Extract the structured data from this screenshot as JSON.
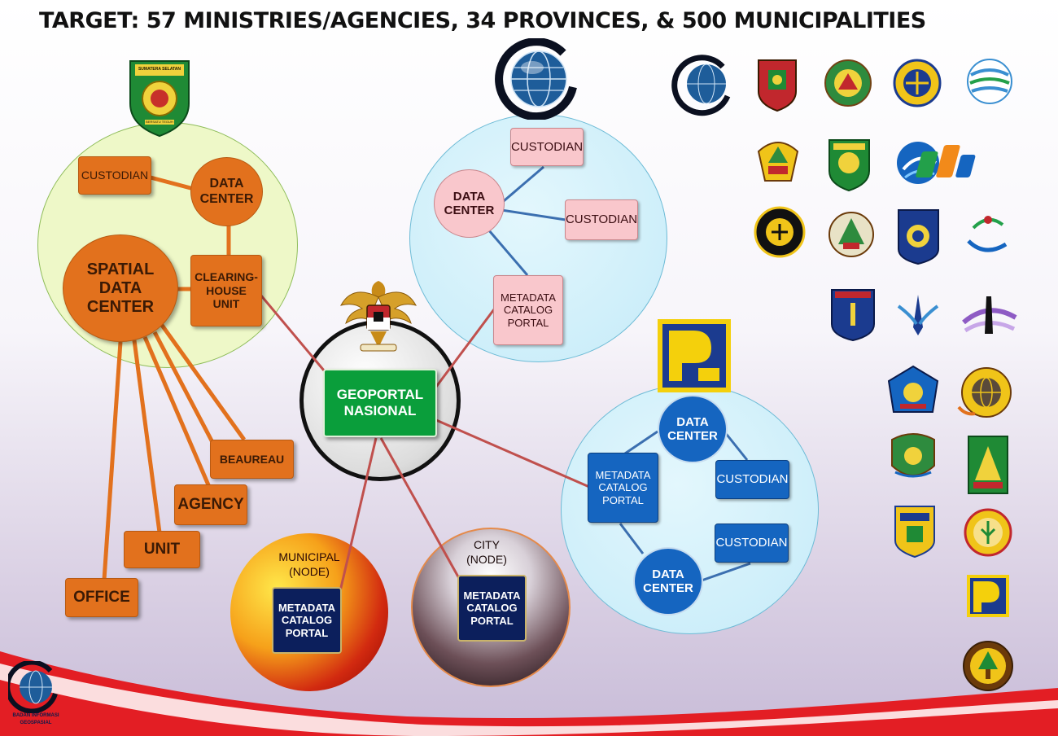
{
  "title": "TARGET: 57 MINISTRIES/AGENCIES, 34 PROVINCES, & 500 MUNICIPALITIES",
  "province": {
    "custodian": "CUSTODIAN",
    "data_center": "DATA\nCENTER",
    "spatial_data_center": "SPATIAL\nDATA\nCENTER",
    "clearing_house_unit": "CLEARING-\nHOUSE\nUNIT",
    "beaureau": "BEAUREAU",
    "agency": "AGENCY",
    "unit": "UNIT",
    "office": "OFFICE",
    "logo_text_top": "SUMATERA SELATAN",
    "logo_text_bottom": "BERSATU TEGUH"
  },
  "ministry": {
    "custodian_1": "CUSTODIAN",
    "custodian_2": "CUSTODIAN",
    "data_center": "DATA\nCENTER",
    "metadata_portal": "METADATA\nCATALOG\nPORTAL"
  },
  "geoportal": "GEOPORTAL\nNASIONAL",
  "pu_agency": {
    "data_center_1": "DATA\nCENTER",
    "data_center_2": "DATA\nCENTER",
    "custodian_1": "CUSTODIAN",
    "custodian_2": "CUSTODIAN",
    "metadata_portal": "METADATA\nCATALOG\nPORTAL"
  },
  "municipal": {
    "label": "MUNICIPAL\n(NODE)",
    "metadata_portal": "METADATA\nCATALOG\nPORTAL"
  },
  "city": {
    "label": "CITY\n(NODE)",
    "metadata_portal": "METADATA\nCATALOG\nPORTAL"
  },
  "footer": {
    "agency_line_1": "BADAN INFORMASI",
    "agency_line_2": "GEOSPASIAL"
  },
  "colors": {
    "orange": "#e2711d",
    "green_circle": "#eef8c8",
    "light_blue_circle": "#cdeefa",
    "geoportal_green": "#0a9e3b",
    "navy": "#0c1f5c",
    "blue_box": "#1565c0",
    "red_band": "#e31e24"
  },
  "logo_icons": [
    "big-logo-globe-icon",
    "big-logo-kalimantan-selatan-icon",
    "big-logo-sumatera-utara-icon",
    "big-logo-perhubungan-icon",
    "big-logo-bmkg-icon",
    "big-logo-jawa-tengah-icon",
    "big-logo-sumatera-selatan-icon",
    "big-logo-kominfo-icon",
    "big-logo-bps-icon",
    "big-logo-esdm-icon",
    "big-logo-sulawesi-icon",
    "big-logo-kkp-icon",
    "big-logo-lapan-icon",
    "big-logo-jaya-raya-icon",
    "big-logo-dirgantara-icon",
    "big-logo-pariwisata-icon",
    "big-logo-bali-icon",
    "big-logo-atr-icon",
    "big-logo-jawa-barat-icon",
    "big-logo-riau-icon",
    "big-logo-kota-icon",
    "big-logo-pertanian-icon",
    "big-logo-pupr-icon",
    "big-logo-kehutanan-icon"
  ]
}
